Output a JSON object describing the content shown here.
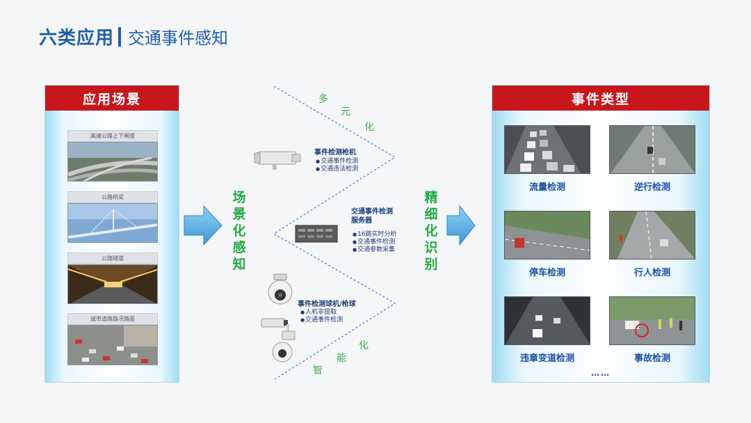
{
  "title": {
    "main": "六类应用",
    "sub": "交通事件感知"
  },
  "left_panel": {
    "header": "应用场景",
    "scenes": [
      {
        "label": "高速公路上下闸道"
      },
      {
        "label": "公路桥梁"
      },
      {
        "label": "公路隧道"
      },
      {
        "label": "城市道路路况路面"
      }
    ]
  },
  "center": {
    "left_vertical": [
      "场",
      "景",
      "化",
      "感",
      "知"
    ],
    "right_vertical": [
      "精",
      "细",
      "化",
      "识",
      "别"
    ],
    "top_slant": [
      "多",
      "元",
      "化"
    ],
    "bottom_slant": [
      "智",
      "能",
      "化"
    ],
    "devices": [
      {
        "title": "事件检测枪机",
        "items": [
          "交通事件检测",
          "交通违法检测"
        ]
      },
      {
        "title_lines": [
          "交通事件检测",
          "服务器"
        ],
        "items": [
          "16路实时分析",
          "交通事件检测",
          "交通参数采集"
        ]
      },
      {
        "title": "事件检测球机/枪球",
        "items": [
          "人机非提取",
          "交通事件检测"
        ]
      }
    ]
  },
  "right_panel": {
    "header": "事件类型",
    "events": [
      {
        "label": "流量检测"
      },
      {
        "label": "逆行检测"
      },
      {
        "label": "停车检测"
      },
      {
        "label": "行人检测"
      },
      {
        "label": "违章变道检测"
      },
      {
        "label": "事故检测"
      }
    ],
    "more": "……"
  },
  "colors": {
    "title_blue": "#1f5fa8",
    "header_red": "#c8161d",
    "accent_green": "#22aa44",
    "arrow_blue": "#5aaee0"
  }
}
